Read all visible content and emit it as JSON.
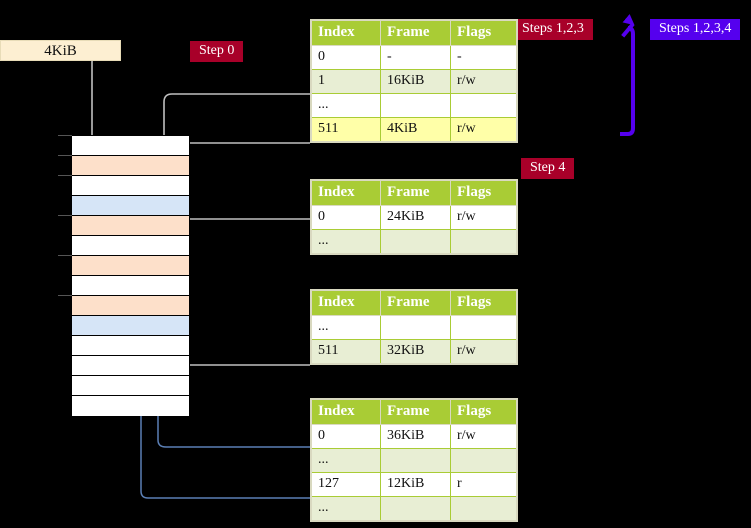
{
  "diagram": {
    "title_labels": {
      "size_box": "4KiB",
      "step0": "Step 0",
      "step4": "Step 4",
      "steps123": "Steps 1,2,3",
      "steps1234": "Steps 1,2,3,4"
    },
    "colors": {
      "background": "#000000",
      "badge_red": "#a80029",
      "badge_blue": "#5500ee",
      "table_header": "#a9cc35",
      "table_alt_row": "#e8eed4",
      "highlight_yellow": "#ffffa8",
      "mem_peach": "#fde0ca",
      "mem_blue": "#d6e5f7",
      "size_box": "#fdefd2",
      "wire_gray": "#c8c8c8",
      "wire_blue": "#5b7fb5"
    }
  },
  "memory_grid": {
    "name": "physical-memory-column",
    "rows": [
      {
        "fill": "white"
      },
      {
        "fill": "peach"
      },
      {
        "fill": "white"
      },
      {
        "fill": "blue"
      },
      {
        "fill": "peach"
      },
      {
        "fill": "white"
      },
      {
        "fill": "peach"
      },
      {
        "fill": "white"
      },
      {
        "fill": "peach"
      },
      {
        "fill": "blue"
      },
      {
        "fill": "white"
      },
      {
        "fill": "white"
      },
      {
        "fill": "white"
      },
      {
        "fill": "white"
      }
    ]
  },
  "tables": [
    {
      "name": "page-table-level-0",
      "headers": [
        "Index",
        "Frame",
        "Flags"
      ],
      "rows": [
        {
          "cells": [
            "0",
            "-",
            "-"
          ],
          "alt": false,
          "highlight": false
        },
        {
          "cells": [
            "1",
            "16KiB",
            "r/w"
          ],
          "alt": true,
          "highlight": false
        },
        {
          "cells": [
            "...",
            "",
            ""
          ],
          "alt": false,
          "highlight": false
        },
        {
          "cells": [
            "511",
            "4KiB",
            "r/w"
          ],
          "alt": true,
          "highlight": true
        }
      ]
    },
    {
      "name": "page-table-level-1",
      "headers": [
        "Index",
        "Frame",
        "Flags"
      ],
      "rows": [
        {
          "cells": [
            "0",
            "24KiB",
            "r/w"
          ],
          "alt": false,
          "highlight": false
        },
        {
          "cells": [
            "...",
            "",
            ""
          ],
          "alt": true,
          "highlight": false
        }
      ]
    },
    {
      "name": "page-table-level-2",
      "headers": [
        "Index",
        "Frame",
        "Flags"
      ],
      "rows": [
        {
          "cells": [
            "...",
            "",
            ""
          ],
          "alt": false,
          "highlight": false
        },
        {
          "cells": [
            "511",
            "32KiB",
            "r/w"
          ],
          "alt": true,
          "highlight": false
        }
      ]
    },
    {
      "name": "page-table-level-3",
      "headers": [
        "Index",
        "Frame",
        "Flags"
      ],
      "rows": [
        {
          "cells": [
            "0",
            "36KiB",
            "r/w"
          ],
          "alt": false,
          "highlight": false
        },
        {
          "cells": [
            "...",
            "",
            ""
          ],
          "alt": true,
          "highlight": false
        },
        {
          "cells": [
            "127",
            "12KiB",
            "r"
          ],
          "alt": false,
          "highlight": false
        },
        {
          "cells": [
            "...",
            "",
            ""
          ],
          "alt": true,
          "highlight": false
        }
      ]
    }
  ]
}
